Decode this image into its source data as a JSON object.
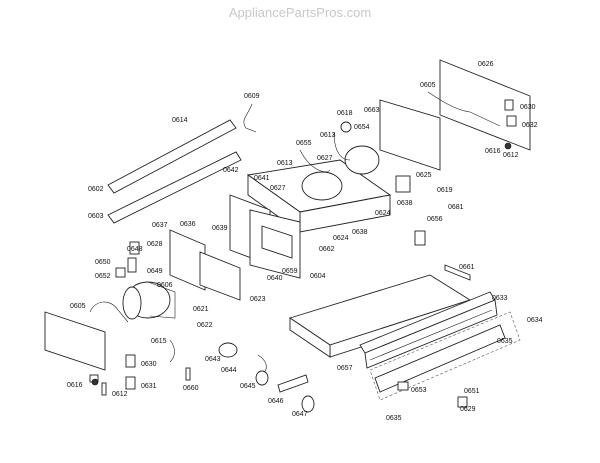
{
  "watermark": "AppliancePartsPros.com",
  "labels": [
    "0626",
    "0605",
    "0630",
    "0632",
    "0616",
    "0612",
    "0618",
    "0663",
    "0654",
    "0609",
    "0614",
    "0613",
    "0655",
    "0627",
    "0625",
    "0619",
    "0681",
    "0656",
    "0642",
    "0641",
    "0627",
    "0613",
    "0624",
    "0638",
    "0624",
    "0638",
    "0662",
    "0602",
    "0603",
    "0637",
    "0636",
    "0639",
    "0659",
    "0640",
    "0650",
    "0652",
    "0648",
    "0628",
    "0649",
    "0606",
    "0623",
    "0621",
    "0622",
    "0605",
    "0661",
    "0633",
    "0634",
    "0635",
    "0604",
    "0657",
    "0615",
    "0643",
    "0644",
    "0645",
    "0646",
    "0647",
    "0660",
    "0631",
    "0630",
    "0616",
    "0612",
    "0653",
    "0651",
    "0629",
    "0635"
  ]
}
